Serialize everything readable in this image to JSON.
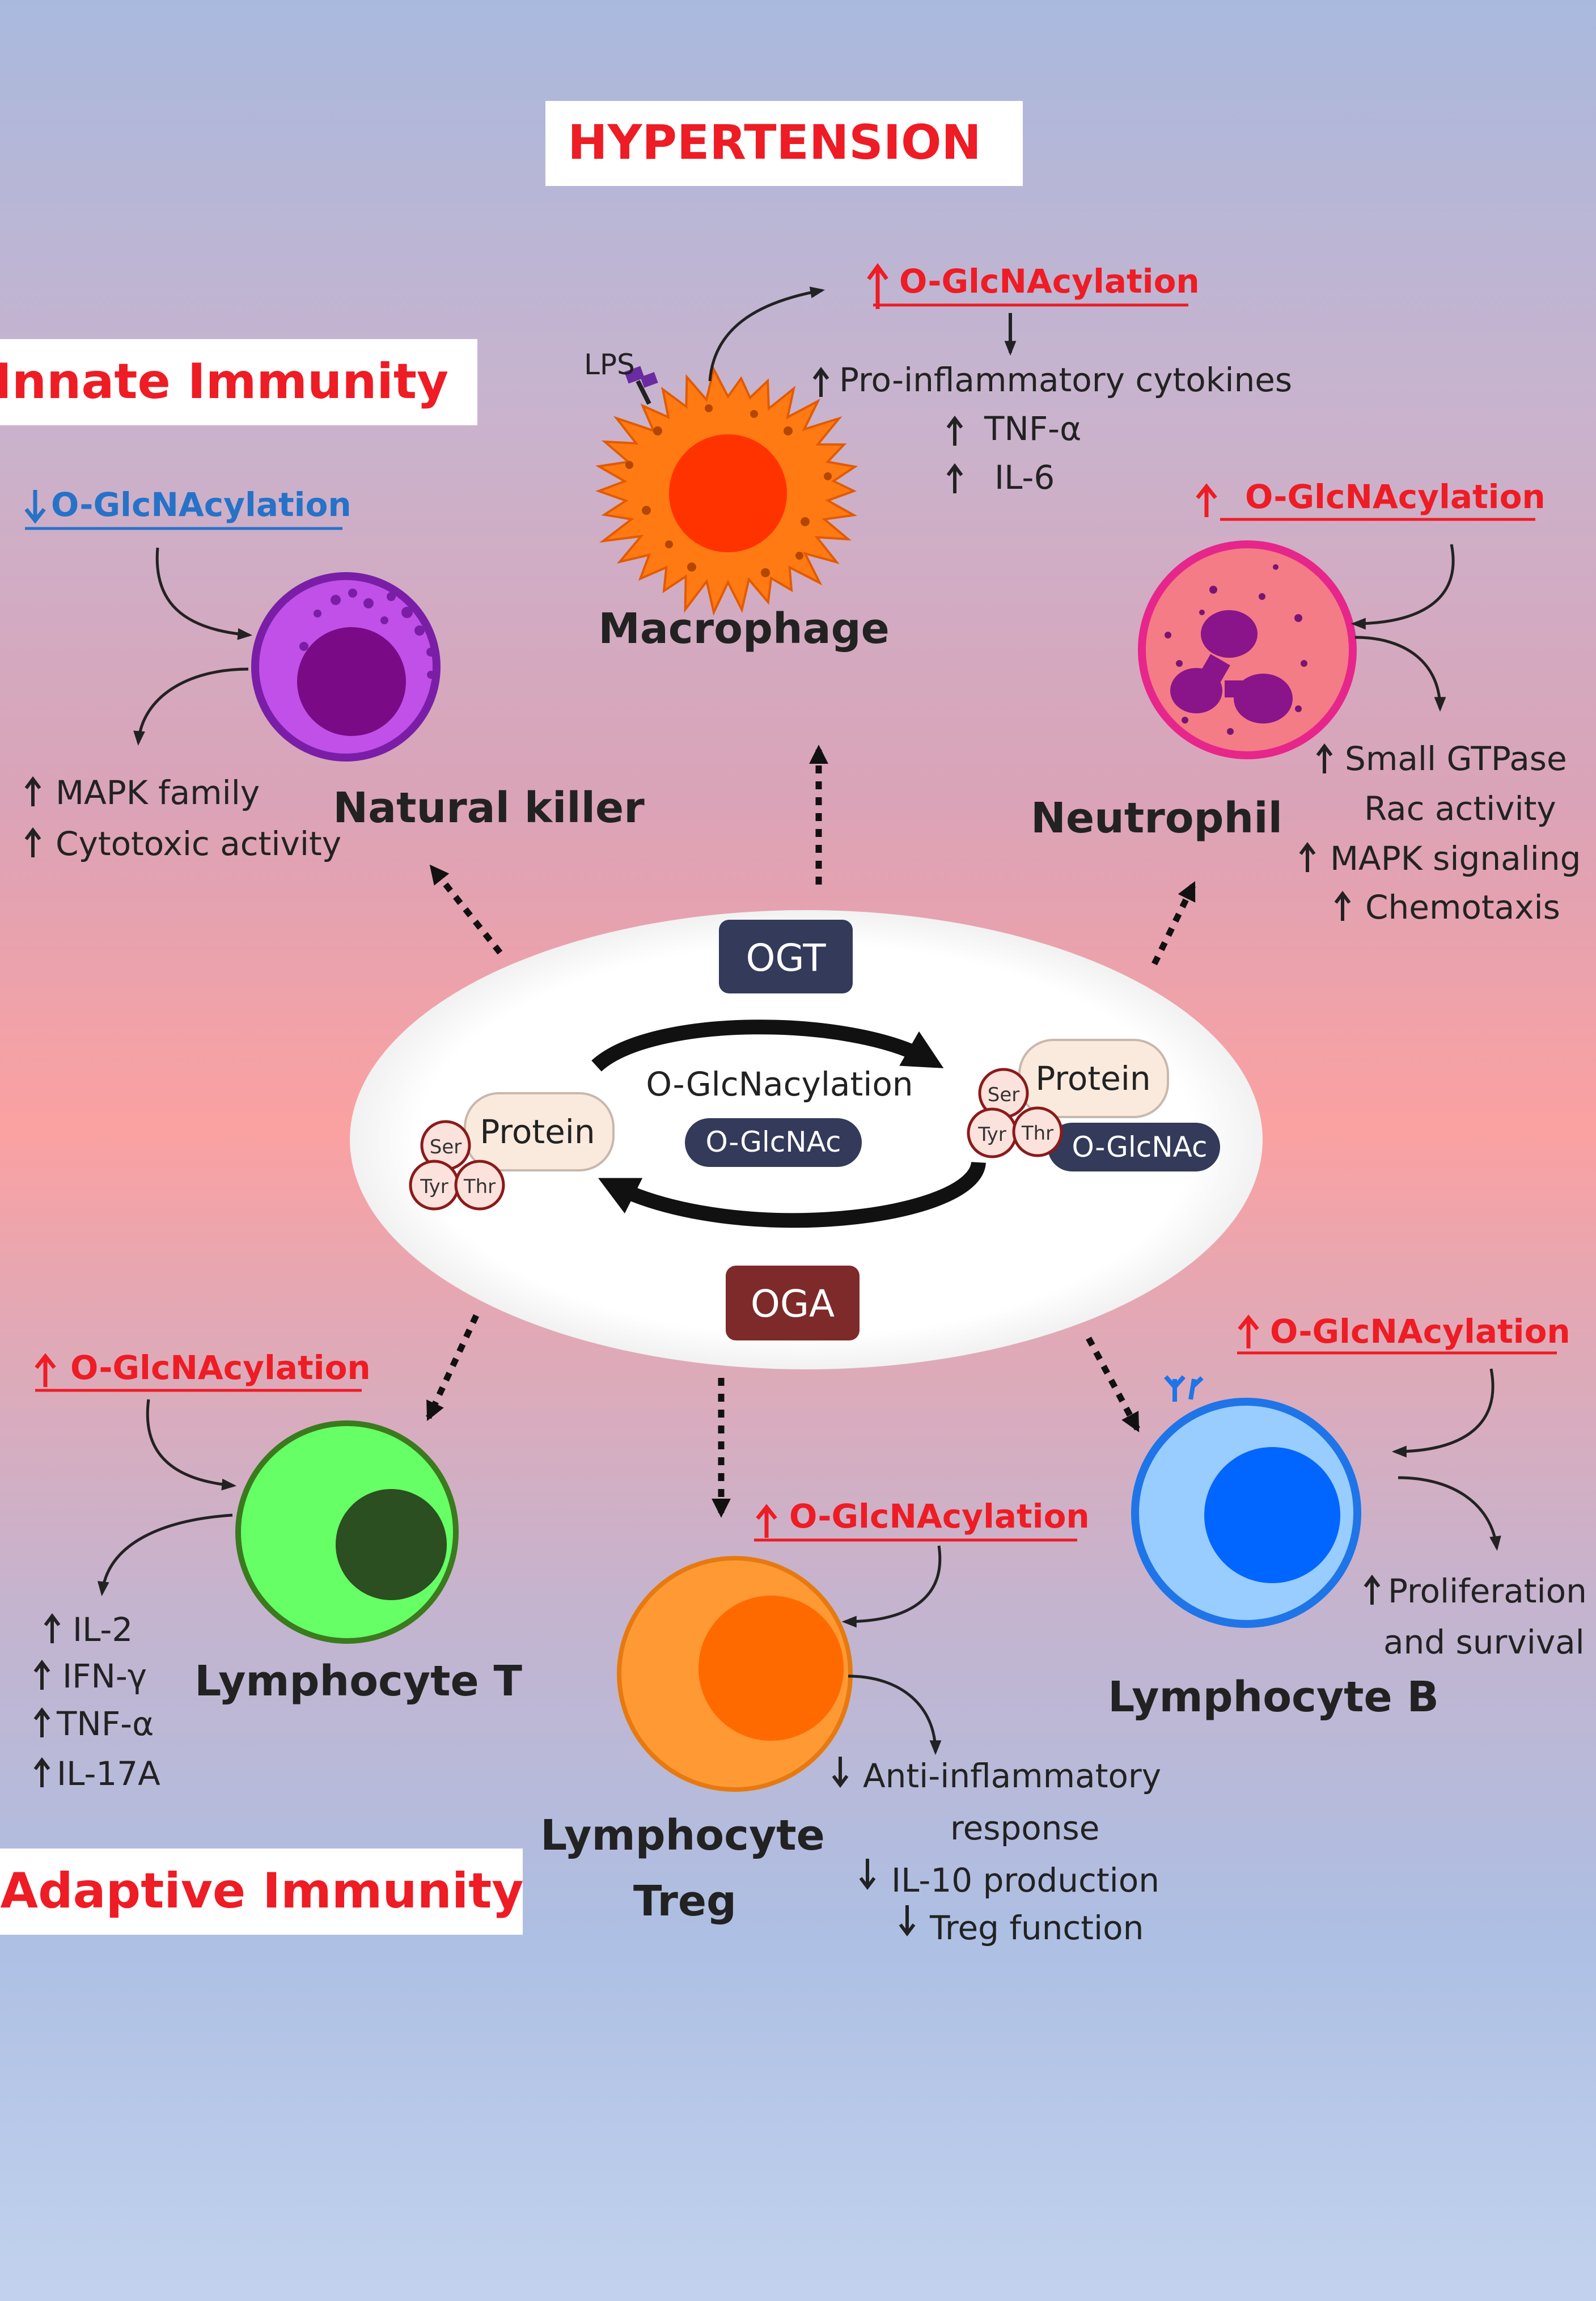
{
  "title": "HYPERTENSION",
  "sections": {
    "innate": "Innate Immunity",
    "adaptive": "Adaptive Immunity"
  },
  "center": {
    "ogt": "OGT",
    "oga": "OGA",
    "process": "O-GlcNacylation",
    "glcnac": "O-GlcNAc",
    "protein": "Protein",
    "residues": [
      "Ser",
      "Tyr",
      "Thr"
    ]
  },
  "cells": {
    "macrophage": {
      "name": "Macrophage",
      "lps": "LPS",
      "regulation": "O-GlcNAcylation",
      "effects": [
        "Pro-inflammatory cytokines",
        "TNF-α",
        "IL-6"
      ]
    },
    "natural_killer": {
      "name": "Natural killer",
      "regulation": "O-GlcNAcylation",
      "effects": [
        "MAPK family",
        "Cytotoxic activity"
      ]
    },
    "neutrophil": {
      "name": "Neutrophil",
      "regulation": "O-GlcNAcylation",
      "effects": [
        "Small GTPase",
        "Rac activity",
        "MAPK signaling",
        "Chemotaxis"
      ]
    },
    "lymphocyte_t": {
      "name": "Lymphocyte T",
      "regulation": "O-GlcNAcylation",
      "effects": [
        "IL-2",
        "IFN-γ",
        "TNF-α",
        "IL-17A"
      ]
    },
    "lymphocyte_treg": {
      "name_line1": "Lymphocyte",
      "name_line2": "Treg",
      "regulation": "O-GlcNAcylation",
      "effects": [
        "Anti-inflammatory",
        "response",
        "IL-10 production",
        "Treg function"
      ]
    },
    "lymphocyte_b": {
      "name": "Lymphocyte B",
      "regulation": "O-GlcNAcylation",
      "effects": [
        "Proliferation",
        "and survival"
      ]
    }
  },
  "colors": {
    "up_red": "#ee1c24",
    "down_blue": "#2672c8",
    "ogt_box": "#333a5a",
    "oga_box": "#7e2a2a"
  }
}
